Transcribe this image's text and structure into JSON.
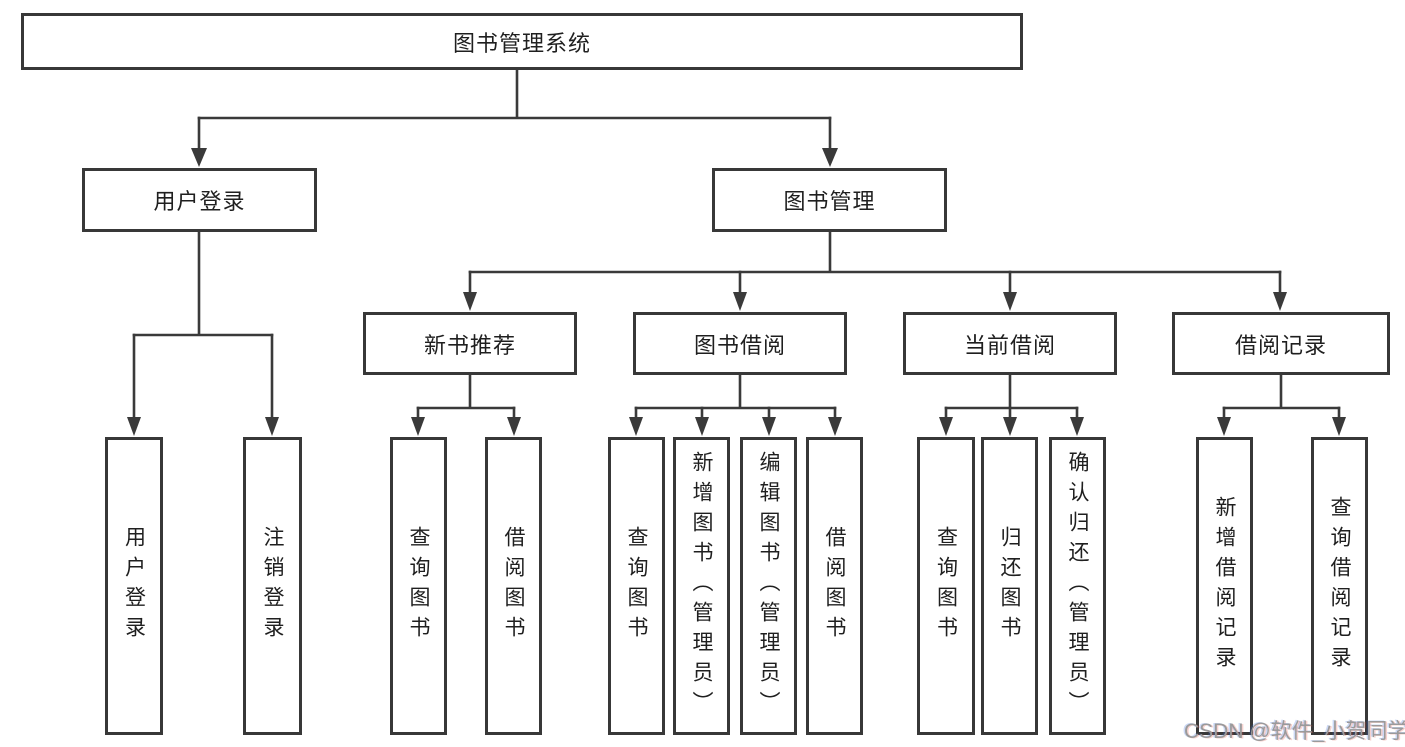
{
  "diagram": {
    "type": "hierarchy-tree",
    "root": {
      "label": "图书管理系统"
    },
    "level2": {
      "user_login": {
        "label": "用户登录"
      },
      "book_management": {
        "label": "图书管理"
      }
    },
    "level3": {
      "new_book_recommend": {
        "label": "新书推荐"
      },
      "book_borrow": {
        "label": "图书借阅"
      },
      "current_borrow": {
        "label": "当前借阅"
      },
      "borrow_record": {
        "label": "借阅记录"
      }
    },
    "leaves": {
      "user_login": [
        "用户登录",
        "注销登录"
      ],
      "new_book_recommend": [
        "查询图书",
        "借阅图书"
      ],
      "book_borrow": [
        "查询图书",
        "新增图书（管理员）",
        "编辑图书（管理员）",
        "借阅图书"
      ],
      "current_borrow": [
        "查询图书",
        "归还图书",
        "确认归还（管理员）"
      ],
      "borrow_record": [
        "新增借阅记录",
        "查询借阅记录"
      ]
    },
    "colors": {
      "line": "#3a3a3a",
      "box_border": "#383838",
      "text": "#1f1f1f",
      "background": "#ffffff",
      "watermark": "#9a9a9a"
    }
  },
  "watermark": {
    "text": "CSDN @软件_小贺同学"
  }
}
